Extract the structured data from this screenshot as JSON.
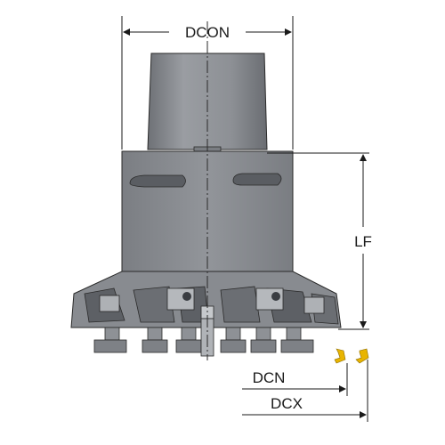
{
  "labels": {
    "dcon": "DCON",
    "lf": "LF",
    "dcn": "DCN",
    "dcx": "DCX"
  },
  "colors": {
    "body_gray": "#8c8f94",
    "body_dark": "#5d6065",
    "insert_yellow": "#e8b400",
    "line": "#1a1a1a"
  }
}
